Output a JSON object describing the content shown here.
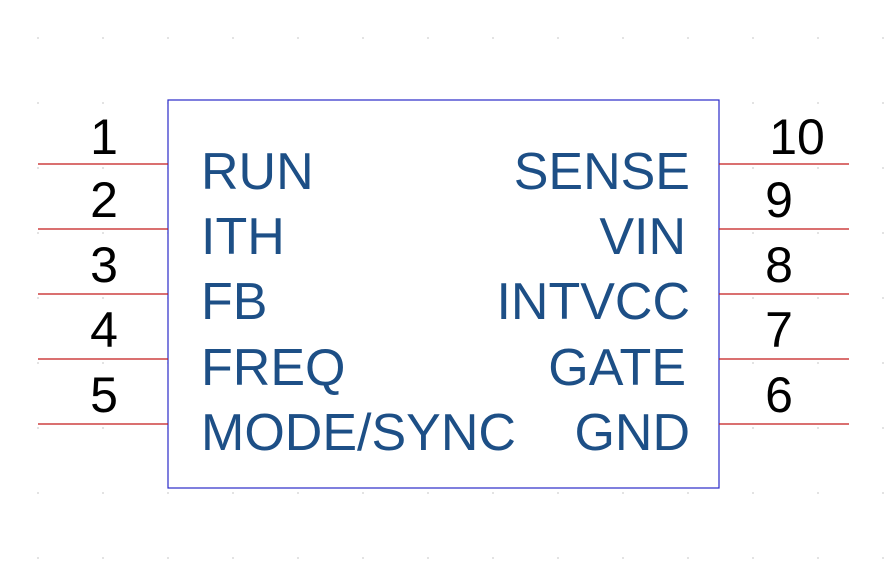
{
  "component": {
    "left_pins": [
      {
        "number": "1",
        "name": "RUN"
      },
      {
        "number": "2",
        "name": "ITH"
      },
      {
        "number": "3",
        "name": "FB"
      },
      {
        "number": "4",
        "name": "FREQ"
      },
      {
        "number": "5",
        "name": "MODE/SYNC"
      }
    ],
    "right_pins": [
      {
        "number": "10",
        "name": "SENSE"
      },
      {
        "number": "9",
        "name": "VIN"
      },
      {
        "number": "8",
        "name": "INTVCC"
      },
      {
        "number": "7",
        "name": "GATE"
      },
      {
        "number": "6",
        "name": "GND"
      }
    ]
  },
  "colors": {
    "pin_line": "#c41a1a",
    "pin_name": "#1d4f86",
    "body_outline": "#2a2ac8",
    "pin_number": "#000000"
  }
}
